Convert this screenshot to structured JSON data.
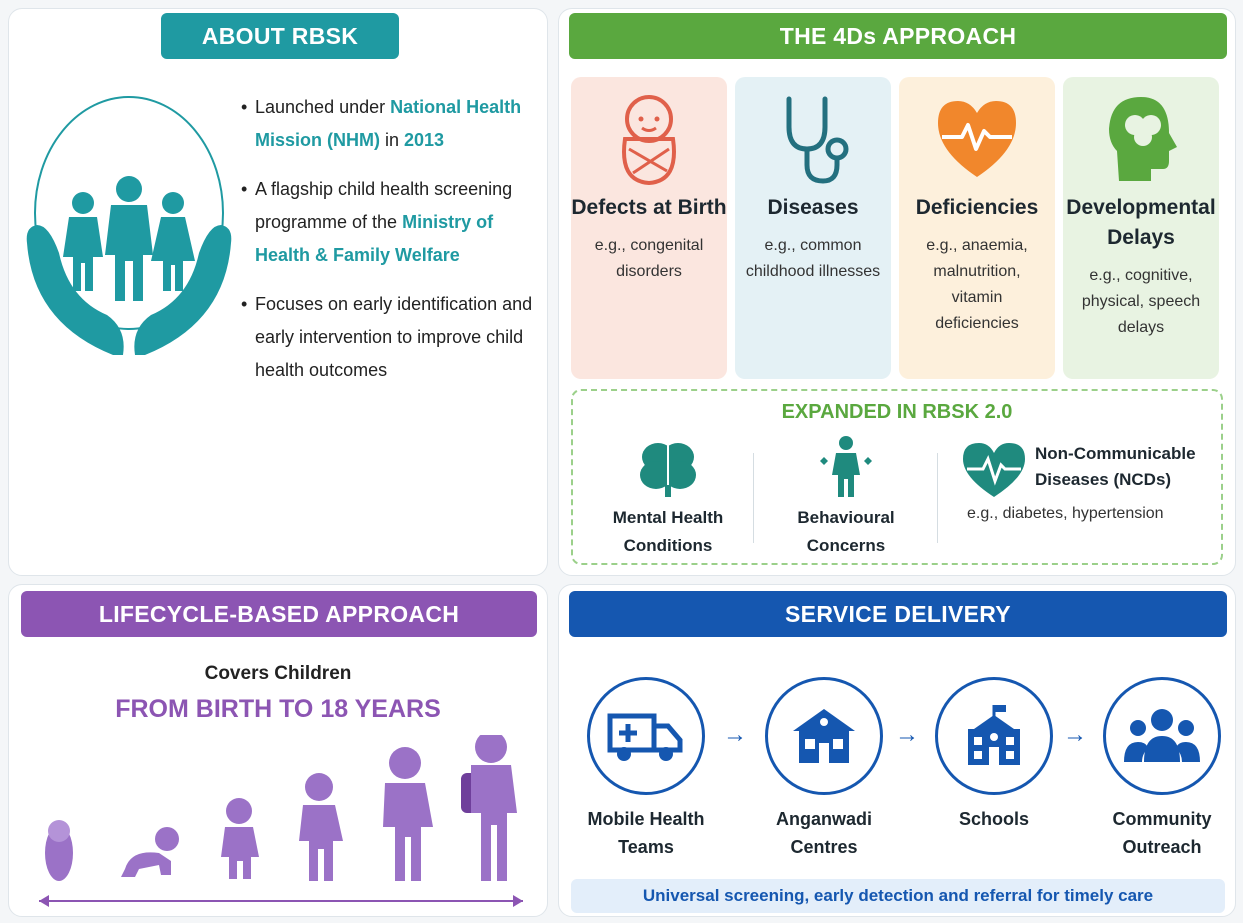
{
  "about": {
    "title": "ABOUT RBSK",
    "bullets": [
      {
        "pre": "Launched under ",
        "hl": "National Health Mission (NHM)",
        "mid": " in ",
        "hl2": "2013",
        "post": ""
      },
      {
        "pre": "A flagship child health screening programme of the ",
        "hl": "Ministry of Health & Family Welfare",
        "mid": "",
        "hl2": "",
        "post": ""
      },
      {
        "pre": "Focuses on early identification and early intervention to improve child health outcomes",
        "hl": "",
        "mid": "",
        "hl2": "",
        "post": ""
      }
    ],
    "accent": "#1f9aa2"
  },
  "fourd": {
    "title": "THE 4Ds APPROACH",
    "cards": [
      {
        "title": "Defects at Birth",
        "sub": "e.g., congenital disorders",
        "icon": "swaddled-baby-icon"
      },
      {
        "title": "Diseases",
        "sub": "e.g., common childhood illnesses",
        "icon": "stethoscope-icon"
      },
      {
        "title": "Deficiencies",
        "sub": "e.g., anaemia, malnutrition, vitamin deficiencies",
        "icon": "heart-pulse-icon"
      },
      {
        "title": "Developmental Delays",
        "sub": "e.g., cognitive, physical, speech delays",
        "icon": "brain-head-icon"
      }
    ],
    "expanded": {
      "title": "EXPANDED IN RBSK 2.0",
      "items": [
        {
          "label": "Mental Health Conditions",
          "icon": "brain-icon"
        },
        {
          "label": "Behavioural Concerns",
          "icon": "person-icon"
        },
        {
          "label": "Non-Communicable Diseases (NCDs)",
          "sub": "e.g., diabetes, hypertension",
          "icon": "heart-pulse-icon"
        }
      ]
    },
    "accent": "#5aa83f"
  },
  "lifecycle": {
    "title": "LIFECYCLE-BASED APPROACH",
    "subtitle": "Covers Children",
    "range": "FROM BIRTH TO 18 YEARS",
    "accent": "#8c55b3"
  },
  "service": {
    "title": "SERVICE DELIVERY",
    "steps": [
      {
        "label": "Mobile Health Teams",
        "icon": "ambulance-icon"
      },
      {
        "label": "Anganwadi Centres",
        "icon": "house-icon"
      },
      {
        "label": "Schools",
        "icon": "school-icon"
      },
      {
        "label": "Community Outreach",
        "icon": "group-icon"
      }
    ],
    "arrow": "→",
    "footer": "Universal screening, early detection and referral for timely care",
    "accent": "#1557b0"
  }
}
